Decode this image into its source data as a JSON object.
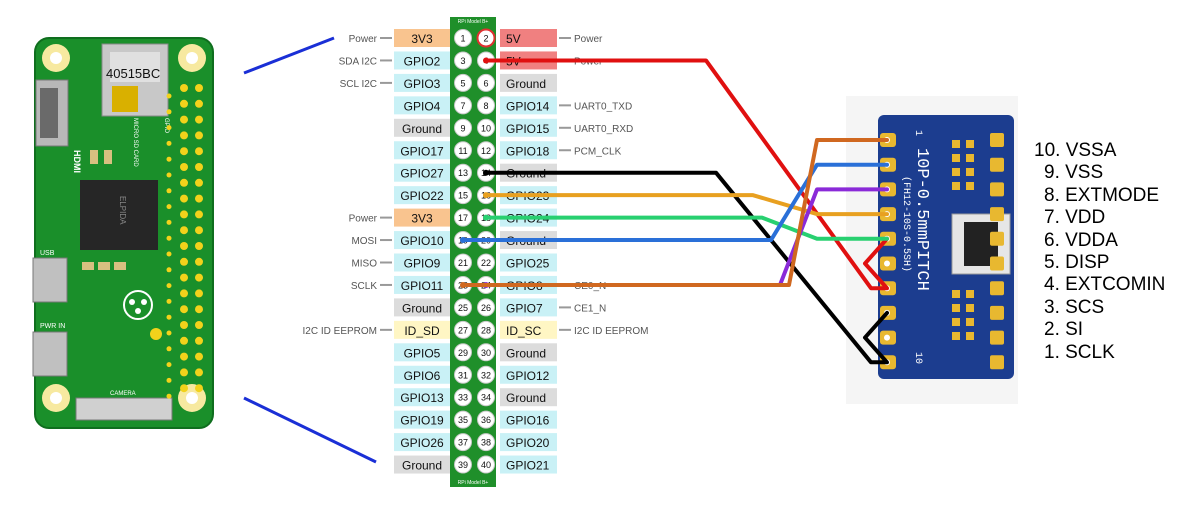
{
  "header": {
    "top": "RPi Model B+",
    "bottom": "RPi Model B+"
  },
  "left_pins": [
    {
      "num": "1",
      "label": "3V3",
      "func": "Power",
      "color": "#f9c48f"
    },
    {
      "num": "3",
      "label": "GPIO2",
      "func": "SDA I2C",
      "color": "#c9f1f6"
    },
    {
      "num": "5",
      "label": "GPIO3",
      "func": "SCL I2C",
      "color": "#c9f1f6"
    },
    {
      "num": "7",
      "label": "GPIO4",
      "func": "",
      "color": "#c9f1f6"
    },
    {
      "num": "9",
      "label": "Ground",
      "func": "",
      "color": "#dcdcdc"
    },
    {
      "num": "11",
      "label": "GPIO17",
      "func": "",
      "color": "#c9f1f6"
    },
    {
      "num": "13",
      "label": "GPIO27",
      "func": "",
      "color": "#c9f1f6"
    },
    {
      "num": "15",
      "label": "GPIO22",
      "func": "",
      "color": "#c9f1f6"
    },
    {
      "num": "17",
      "label": "3V3",
      "func": "Power",
      "color": "#f9c48f"
    },
    {
      "num": "19",
      "label": "GPIO10",
      "func": "MOSI",
      "color": "#c9f1f6"
    },
    {
      "num": "21",
      "label": "GPIO9",
      "func": "MISO",
      "color": "#c9f1f6"
    },
    {
      "num": "23",
      "label": "GPIO11",
      "func": "SCLK",
      "color": "#c9f1f6"
    },
    {
      "num": "25",
      "label": "Ground",
      "func": "",
      "color": "#dcdcdc"
    },
    {
      "num": "27",
      "label": "ID_SD",
      "func": "I2C ID EEPROM",
      "color": "#fff6c4"
    },
    {
      "num": "29",
      "label": "GPIO5",
      "func": "",
      "color": "#c9f1f6"
    },
    {
      "num": "31",
      "label": "GPIO6",
      "func": "",
      "color": "#c9f1f6"
    },
    {
      "num": "33",
      "label": "GPIO13",
      "func": "",
      "color": "#c9f1f6"
    },
    {
      "num": "35",
      "label": "GPIO19",
      "func": "",
      "color": "#c9f1f6"
    },
    {
      "num": "37",
      "label": "GPIO26",
      "func": "",
      "color": "#c9f1f6"
    },
    {
      "num": "39",
      "label": "Ground",
      "func": "",
      "color": "#dcdcdc"
    }
  ],
  "right_pins": [
    {
      "num": "2",
      "label": "5V",
      "func": "Power",
      "color": "#f08080"
    },
    {
      "num": "4",
      "label": "5V",
      "func": "Power",
      "color": "#f08080"
    },
    {
      "num": "6",
      "label": "Ground",
      "func": "",
      "color": "#dcdcdc"
    },
    {
      "num": "8",
      "label": "GPIO14",
      "func": "UART0_TXD",
      "color": "#c9f1f6"
    },
    {
      "num": "10",
      "label": "GPIO15",
      "func": "UART0_RXD",
      "color": "#c9f1f6"
    },
    {
      "num": "12",
      "label": "GPIO18",
      "func": "PCM_CLK",
      "color": "#c9f1f6"
    },
    {
      "num": "14",
      "label": "Ground",
      "func": "",
      "color": "#dcdcdc"
    },
    {
      "num": "16",
      "label": "GPIO23",
      "func": "",
      "color": "#c9f1f6"
    },
    {
      "num": "18",
      "label": "GPIO24",
      "func": "",
      "color": "#c9f1f6"
    },
    {
      "num": "20",
      "label": "Ground",
      "func": "",
      "color": "#dcdcdc"
    },
    {
      "num": "22",
      "label": "GPIO25",
      "func": "",
      "color": "#c9f1f6"
    },
    {
      "num": "24",
      "label": "GPIO8",
      "func": "CE0_N",
      "color": "#c9f1f6"
    },
    {
      "num": "26",
      "label": "GPIO7",
      "func": "CE1_N",
      "color": "#c9f1f6"
    },
    {
      "num": "28",
      "label": "ID_SC",
      "func": "I2C ID EEPROM",
      "color": "#fff6c4"
    },
    {
      "num": "30",
      "label": "Ground",
      "func": "",
      "color": "#dcdcdc"
    },
    {
      "num": "32",
      "label": "GPIO12",
      "func": "",
      "color": "#c9f1f6"
    },
    {
      "num": "34",
      "label": "Ground",
      "func": "",
      "color": "#dcdcdc"
    },
    {
      "num": "36",
      "label": "GPIO16",
      "func": "",
      "color": "#c9f1f6"
    },
    {
      "num": "38",
      "label": "GPIO20",
      "func": "",
      "color": "#c9f1f6"
    },
    {
      "num": "40",
      "label": "GPIO21",
      "func": "",
      "color": "#c9f1f6"
    }
  ],
  "board": {
    "chip_label": "40515BC",
    "sd_label": "MICRO SD CARD",
    "hdmi_label": "HDMI",
    "usb_label": "USB",
    "pwr_label": "PWR IN",
    "camera_label": "CAMERA",
    "ram_label": "ELPIDA",
    "gpio_label": "GPIO",
    "colors": {
      "pcb": "#1a8f2a",
      "pad": "#f2d21b",
      "board_edge": "#0f6e1e"
    }
  },
  "breakout": {
    "title": "10P-0.5mmPITCH",
    "subtitle": "(FH12-10S-0.5SH)",
    "pin_first": "1",
    "pin_last": "10",
    "colors": {
      "pcb": "#1c3d8f",
      "pad": "#e8b830"
    }
  },
  "connector_pins": [
    {
      "label": "10. VSSA",
      "indent": false
    },
    {
      "label": "9. VSS",
      "indent": true
    },
    {
      "label": "8. EXTMODE",
      "indent": true
    },
    {
      "label": "7. VDD",
      "indent": true
    },
    {
      "label": "6. VDDA",
      "indent": true
    },
    {
      "label": "5. DISP",
      "indent": true
    },
    {
      "label": "4. EXTCOMIN",
      "indent": true
    },
    {
      "label": "3. SCS",
      "indent": true
    },
    {
      "label": "2. SI",
      "indent": true
    },
    {
      "label": "1. SCLK",
      "indent": true
    }
  ],
  "wires": [
    {
      "name": "5V",
      "from_pin": "4",
      "to_pins": [
        "7",
        "6",
        "5"
      ],
      "color": "#e01010"
    },
    {
      "name": "Ground",
      "from_pin": "14",
      "to_pins": [
        "10",
        "9",
        "8"
      ],
      "color": "#000000"
    },
    {
      "name": "GPIO23",
      "from_pin": "16",
      "to_pins": [
        "4"
      ],
      "color": "#e8a020"
    },
    {
      "name": "GPIO24",
      "from_pin": "18",
      "to_pins": [
        "5"
      ],
      "color": "#28d070"
    },
    {
      "name": "GPIO10",
      "from_pin": "19",
      "to_pins": [
        "2"
      ],
      "color": "#2a70d8"
    },
    {
      "name": "GPIO8",
      "from_pin": "24",
      "to_pins": [
        "3"
      ],
      "color": "#8a2ad8"
    },
    {
      "name": "GPIO11",
      "from_pin": "23",
      "to_pins": [
        "1"
      ],
      "color": "#d06820"
    }
  ],
  "zoom_line_color": "#1a2fd6"
}
